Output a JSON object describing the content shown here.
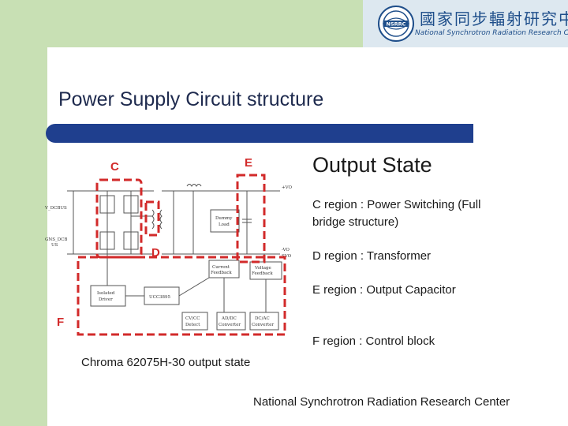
{
  "slide": {
    "title": "Power Supply Circuit structure",
    "heading": "Output State",
    "regions": [
      "C region : Power Switching (Full bridge structure)",
      "D region : Transformer",
      "E region : Output Capacitor",
      "F region : Control block"
    ],
    "caption": "Chroma 62075H-30 output state",
    "footer": "National Synchrotron Radiation Research Center"
  },
  "logo": {
    "badge": "NSRRC",
    "chinese": "國家同步輻射研究中心",
    "english": "National Synchrotron Radiation Research Center"
  },
  "diagram": {
    "region_labels": {
      "c": "C",
      "d": "D",
      "e": "E",
      "f": "F"
    },
    "labels": {
      "v_dcbus": "V_DCBUS",
      "gns_dcbus": "GNS_DCB",
      "us": "US",
      "plus_vo_top": "+VO",
      "dummy_load_1": "Dummy",
      "dummy_load_2": "Load",
      "minus_vo": "-VO",
      "svo": "SVO",
      "current_feedback_1": "Current",
      "current_feedback_2": "Feedback",
      "voltage_feedback_1": "Voltage",
      "voltage_feedback_2": "Feedback",
      "isolated_driver_1": "Isolated",
      "isolated_driver_2": "Driver",
      "uc": "UCC3895",
      "cv_cc_1": "CV/CC",
      "cv_cc_2": "Detect",
      "ad_1": "AD/DC",
      "ad_2": "Converter",
      "da_1": "DC/AC",
      "da_2": "Converter"
    }
  },
  "colors": {
    "accent_bar": "#1f3f8e",
    "green_band": "#c8e0b4",
    "region_outline": "#d22a2a"
  }
}
